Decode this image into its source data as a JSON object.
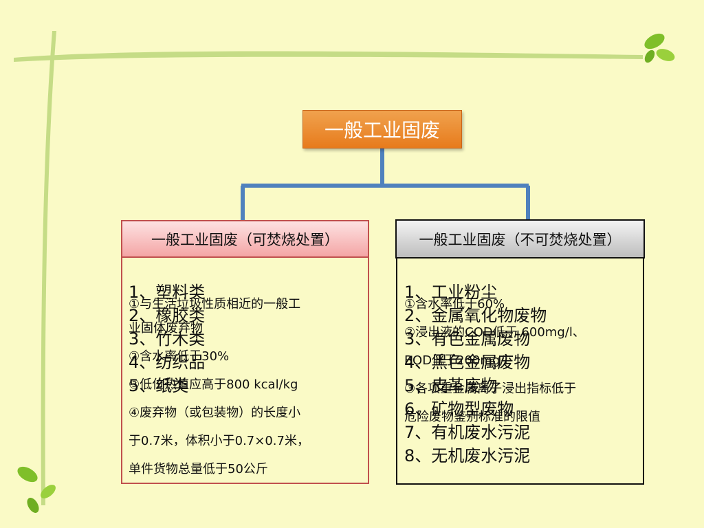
{
  "root": {
    "label": "一般工业固废"
  },
  "left": {
    "header": "一般工业固废（可焚烧处置）",
    "items": [
      "1、塑料类",
      "2、橡胶类",
      "3、竹木类",
      "4、纺织品",
      "5、纸类"
    ],
    "conditions": [
      "①与生活垃圾性质相近的一般工",
      "业固体废弃物",
      "②含水率低于30%",
      "③低位热值应高于800 kcal/kg",
      "④废弃物（或包装物）的长度小",
      "于0.7米，体积小于0.7×0.7米，",
      "单件货物总量低于50公斤"
    ]
  },
  "right": {
    "header": "一般工业固废（不可焚烧处置）",
    "items": [
      "1、工业粉尘",
      "2、金属氧化物废物",
      "3、有色金属废物",
      "4、黑色金属废物",
      "5、皮革废物",
      "6、矿物型废物",
      "7、有机废水污泥",
      "8、无机废水污泥"
    ],
    "conditions": [
      "①含水率低于60%",
      "②浸出液的COD低于  600mg/l、",
      "BOD低于200mg/l",
      "③各项重金属离子浸出指标低于",
      "危险废物鉴别标准的限值"
    ]
  },
  "colors": {
    "background": "#fafac6",
    "root": "#e77b1c",
    "connector": "#4f81bd",
    "left_border": "#c0504d",
    "right_border": "#111111",
    "leaf": "#8dc63f"
  }
}
